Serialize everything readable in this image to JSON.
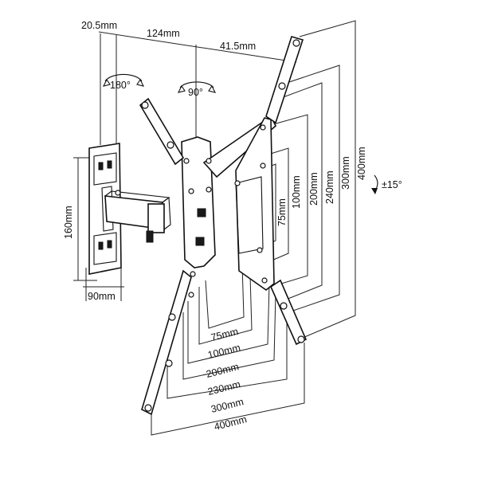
{
  "top_dims": {
    "d1": "20.5mm",
    "d2": "124mm",
    "d3": "41.5mm"
  },
  "rotations": {
    "swivel_wall": "180°",
    "swivel_plate": "90°",
    "tilt": "±15°"
  },
  "wall_plate": {
    "height": "160mm",
    "width": "90mm"
  },
  "vertical_dims": [
    "75mm",
    "100mm",
    "200mm",
    "240mm",
    "300mm",
    "400mm"
  ],
  "horizontal_dims": [
    "75mm",
    "100mm",
    "200mm",
    "230mm",
    "300mm",
    "400mm"
  ]
}
